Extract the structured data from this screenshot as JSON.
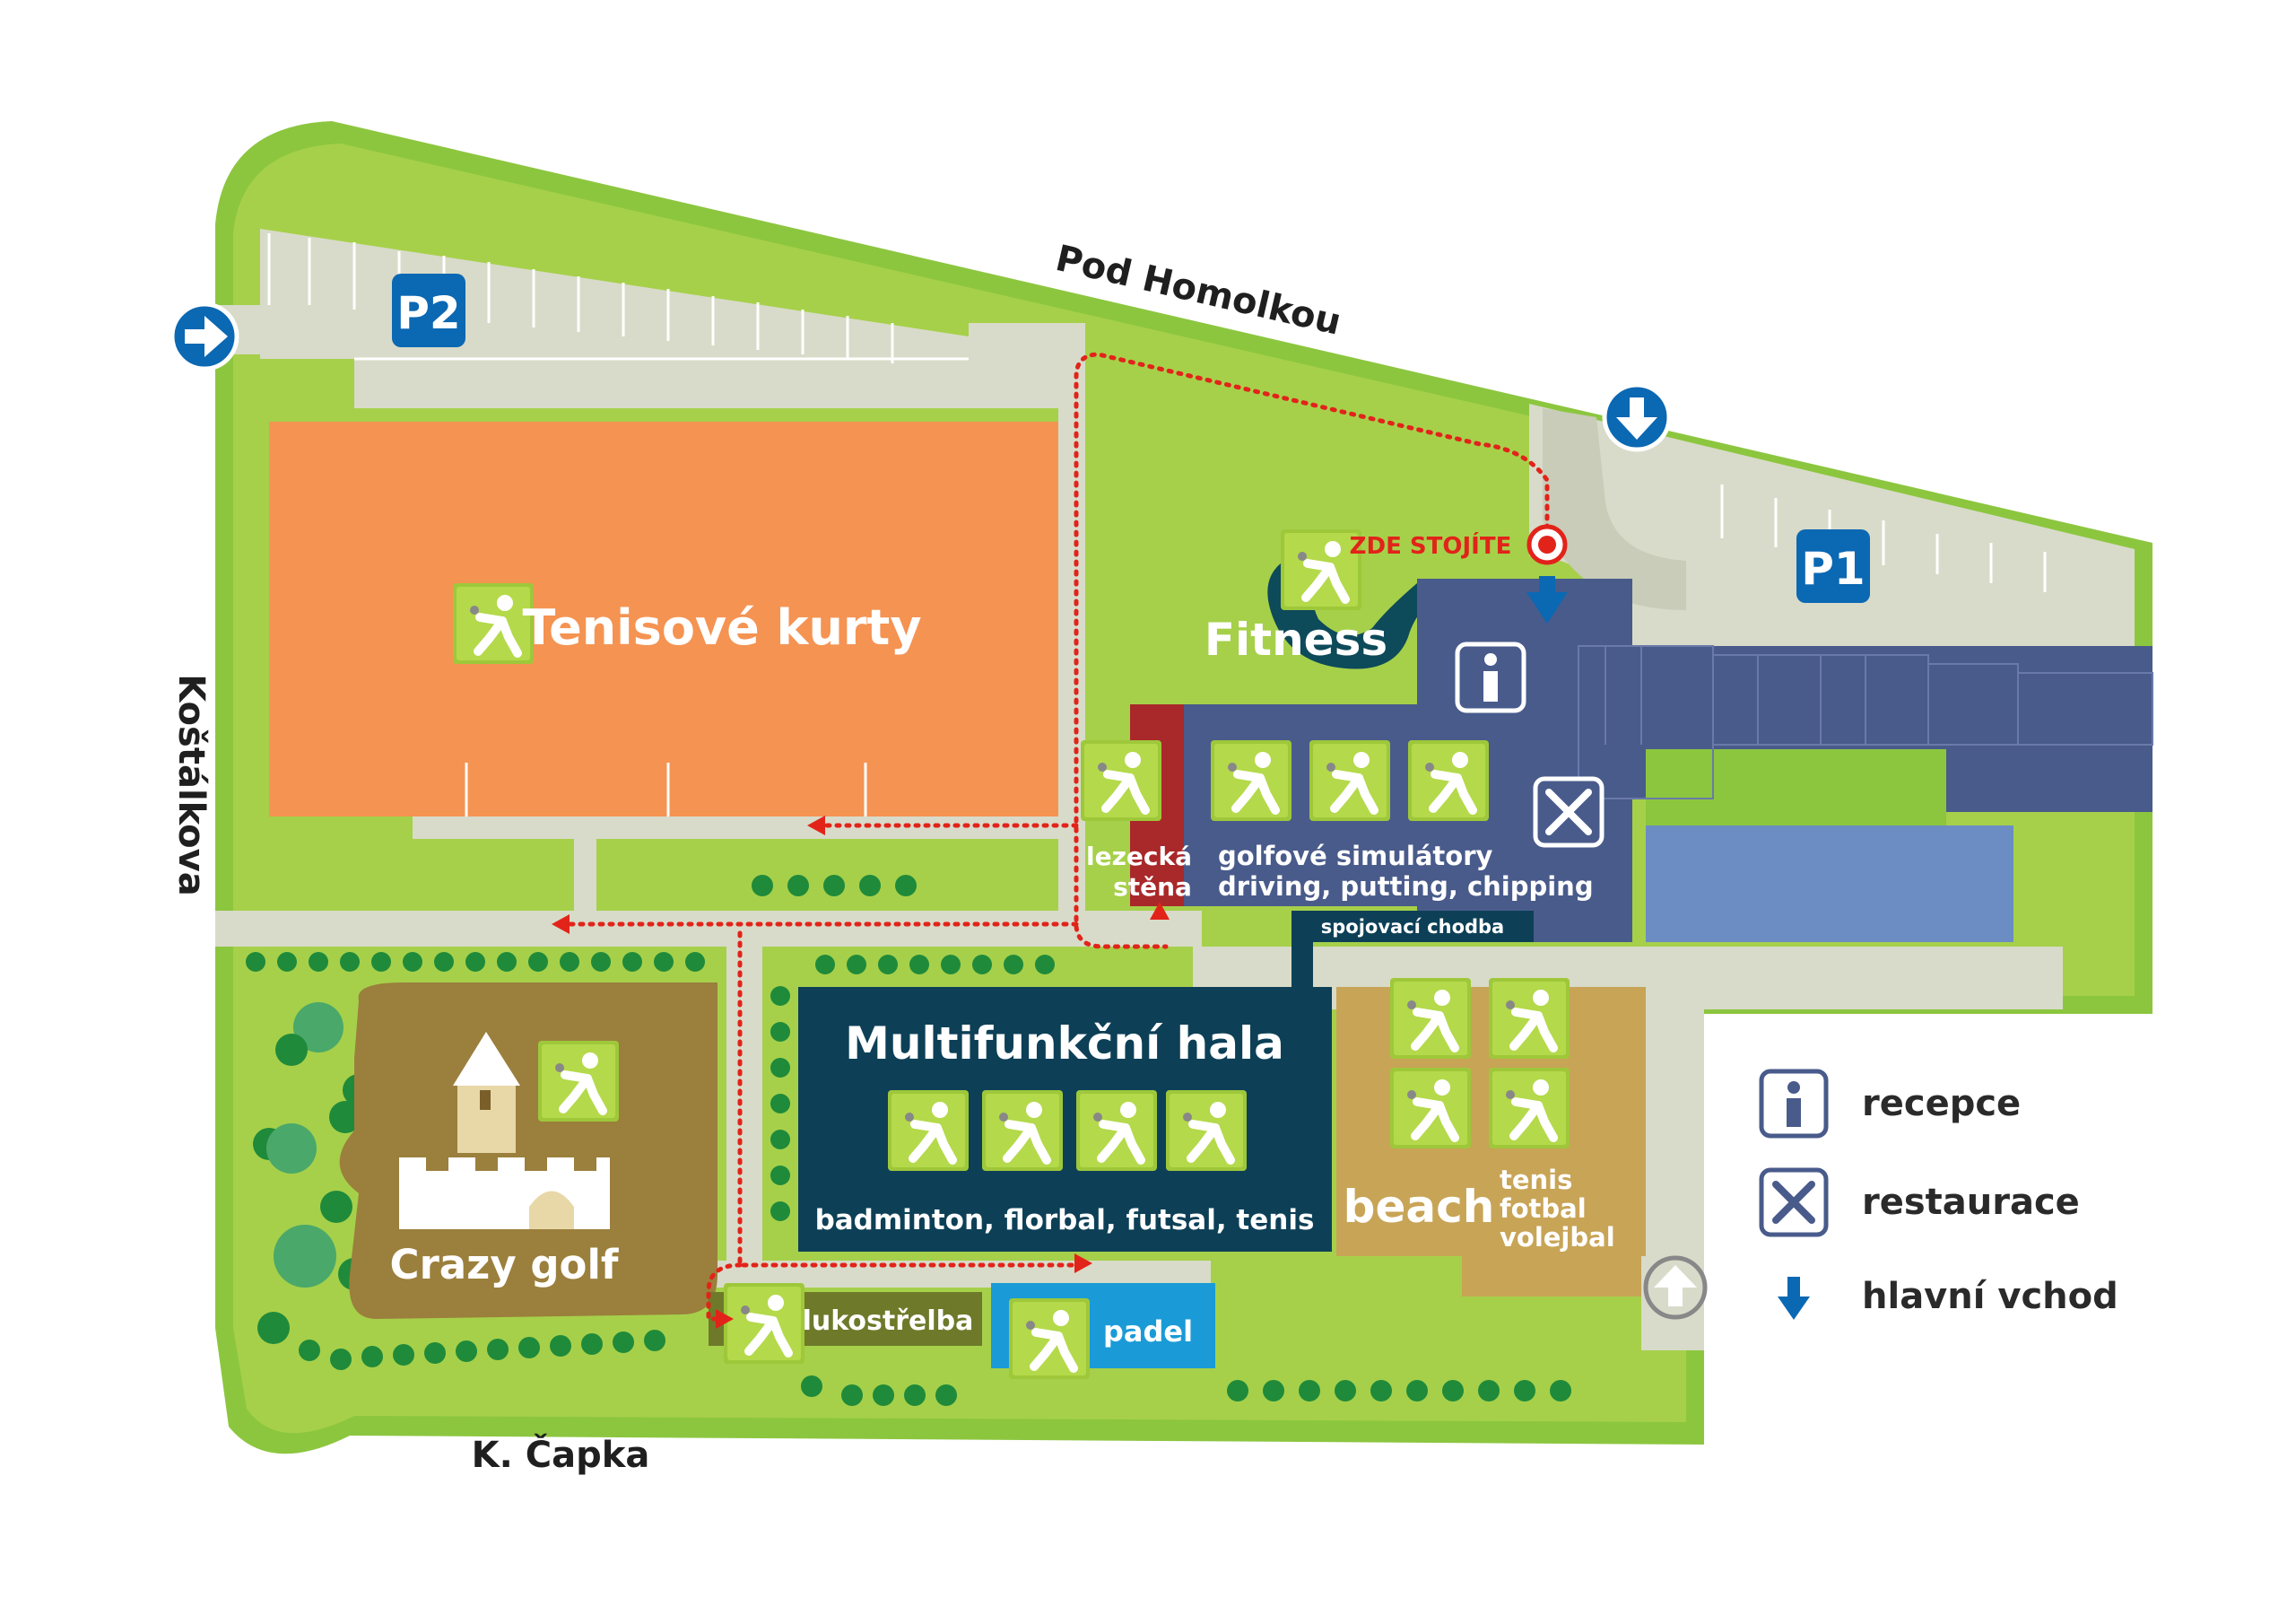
{
  "streets": {
    "north": "Pod Homolkou",
    "west": "Koštálkova",
    "south": "K. Čapka"
  },
  "parking": {
    "p1": "P1",
    "p2": "P2"
  },
  "you_are_here": "ZDE STOJÍTE",
  "areas": {
    "tennis": "Tenisové kurty",
    "fitness": "Fitness",
    "climbing_1": "lezecká",
    "climbing_2": "stěna",
    "golf_1": "golfové simulátory",
    "golf_2": "driving, putting, chipping",
    "corridor": "spojovací chodba",
    "hall_title": "Multifunkční hala",
    "hall_sports": "badminton, florbal, futsal, tenis",
    "beach_title": "beach",
    "beach_1": "tenis",
    "beach_2": "fotbal",
    "beach_3": "volejbal",
    "crazy_golf": "Crazy golf",
    "archery": "lukostřelba",
    "padel": "padel"
  },
  "legend": {
    "reception": "recepce",
    "restaurant": "restaurace",
    "main_entrance": "hlavní vchod"
  },
  "colors": {
    "grass": "#8cc63f",
    "grass_light": "#a6d04a",
    "road": "#d8dbc9",
    "tennis": "#f59352",
    "building": "#495b8b",
    "building_light": "#6c8cc4",
    "hall": "#0d4057",
    "beach": "#c8a456",
    "crazy_golf": "#9b7f3c",
    "padel": "#1a9bd7",
    "route": "#e2231a",
    "parking_sign": "#0b68b3",
    "icon_bg": "#9ec83a"
  }
}
